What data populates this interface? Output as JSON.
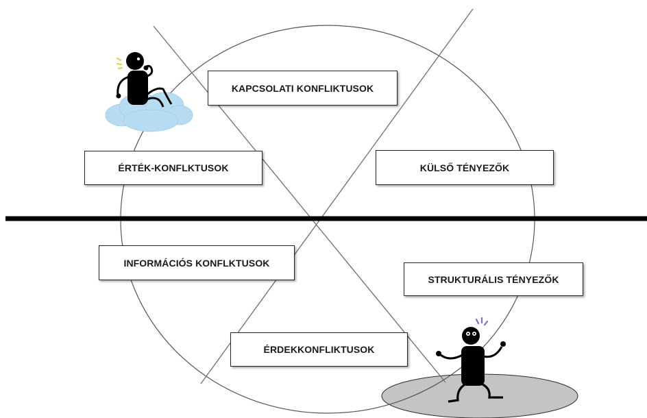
{
  "diagram": {
    "labels": {
      "kapcsolati": "KAPCSOLATI KONFLIKTUSOK",
      "ertek": "ÉRTÉK-KONFLKTUSOK",
      "kulso": "KÜLSŐ TÉNYEZŐK",
      "informacios": "INFORMÁCIÓS KONFLKTUSOK",
      "strukturalis": "STRUKTURÁLIS TÉNYEZŐK",
      "erdek": "ÉRDEKKONFLIKTUSOK"
    },
    "icons": {
      "top_left_figure": "figure-on-cloud-icon",
      "bottom_right_figure": "distressed-figure-icon"
    },
    "colors": {
      "cloud": "#b7dcf2",
      "ground_shadow": "#c4c4c4",
      "lines": "#6e6e6e",
      "axis": "#000000",
      "figure": "#000000",
      "spark_left": "#e4d25a",
      "spark_right": "#7a6ccf"
    }
  }
}
